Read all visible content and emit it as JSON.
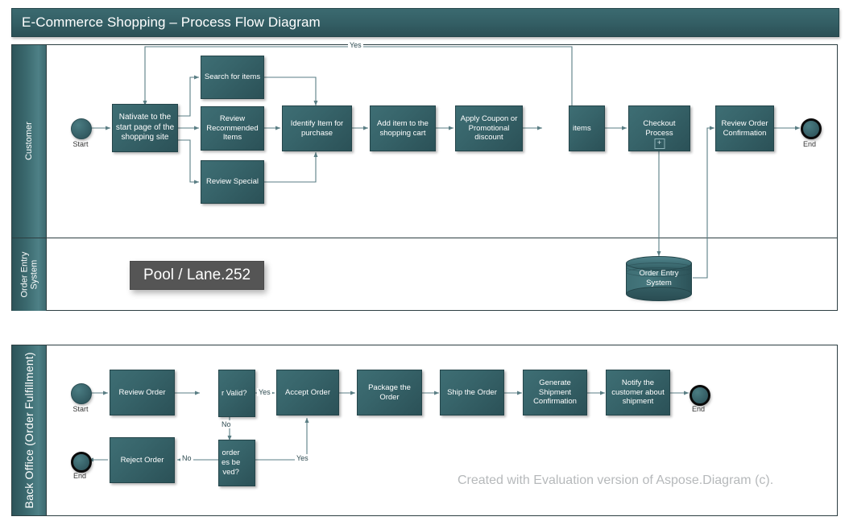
{
  "title": "E-Commerce Shopping – Process Flow Diagram",
  "colors": {
    "pool_header": "#3c6b70",
    "task_fill": "#37646a",
    "task_border": "#24454a",
    "connector": "#5a7e84",
    "tooltip_bg": "#555555",
    "watermark": "#b6b9bb",
    "canvas": "#ffffff"
  },
  "pools": [
    {
      "name": "main-pool",
      "lanes": [
        {
          "label": "Customer"
        },
        {
          "label": "Order Entry\nSystem",
          "line1": "Order Entry",
          "line2": "System"
        }
      ]
    },
    {
      "name": "back-office-pool",
      "lanes": [
        {
          "label": "Back Office (Order Fulfillment)"
        }
      ]
    }
  ],
  "customer_lane": {
    "events": [
      {
        "id": "cust-start",
        "type": "start",
        "label": "Start"
      },
      {
        "id": "cust-end",
        "type": "end",
        "label": "End"
      }
    ],
    "tasks": [
      {
        "id": "navigate",
        "label": "Nativate to the start page of the shopping site"
      },
      {
        "id": "search-items",
        "label": "Search for items"
      },
      {
        "id": "review-recommended",
        "label": "Review Recommended Items"
      },
      {
        "id": "review-special",
        "label": "Review Special"
      },
      {
        "id": "identify-item",
        "label": "Identify Item for purchase"
      },
      {
        "id": "add-item-cart",
        "label": "Add item to the shopping cart"
      },
      {
        "id": "apply-coupon",
        "label": "Apply Coupon or Promotional discount"
      },
      {
        "id": "more-items",
        "label": "items",
        "clipped": true
      },
      {
        "id": "checkout",
        "label": "Checkout Process",
        "sub_process_marker": "+"
      },
      {
        "id": "review-confirmation",
        "label": "Review Order Confirmation"
      }
    ],
    "connector_labels": [
      {
        "id": "yes-loop",
        "text": "Yes"
      }
    ]
  },
  "order_entry_lane": {
    "datastore": {
      "id": "order-entry-db",
      "line1": "Order Entry",
      "line2": "System"
    },
    "tooltip": {
      "text": "Pool / Lane.252"
    }
  },
  "back_office_lane": {
    "events": [
      {
        "id": "bo-start",
        "type": "start",
        "label": "Start"
      },
      {
        "id": "bo-end",
        "type": "end",
        "label": "End"
      }
    ],
    "tasks": [
      {
        "id": "review-order",
        "label": "Review Order"
      },
      {
        "id": "order-valid",
        "label": "r Valid?",
        "clipped": true
      },
      {
        "id": "accept-order",
        "label": "Accept Order"
      },
      {
        "id": "package-order",
        "label": "Package the Order"
      },
      {
        "id": "ship-order",
        "label": "Ship the Order"
      },
      {
        "id": "generate-shipment",
        "label": "Generate Shipment Confirmation"
      },
      {
        "id": "notify-customer",
        "label": "Notify the customer about shipment"
      },
      {
        "id": "reject-order",
        "label": "Reject Order"
      },
      {
        "id": "issues-resolved",
        "label": "order es be ved?",
        "clipped": true,
        "line1": "order",
        "line2": "es be",
        "line3": "ved?"
      }
    ],
    "connector_labels": [
      {
        "id": "valid-yes",
        "text": "Yes"
      },
      {
        "id": "valid-no",
        "text": "No"
      },
      {
        "id": "resolved-yes",
        "text": "Yes"
      },
      {
        "id": "resolved-no",
        "text": "No"
      }
    ]
  },
  "watermark": {
    "text": "Created with Evaluation version of Aspose.Diagram (c)."
  }
}
